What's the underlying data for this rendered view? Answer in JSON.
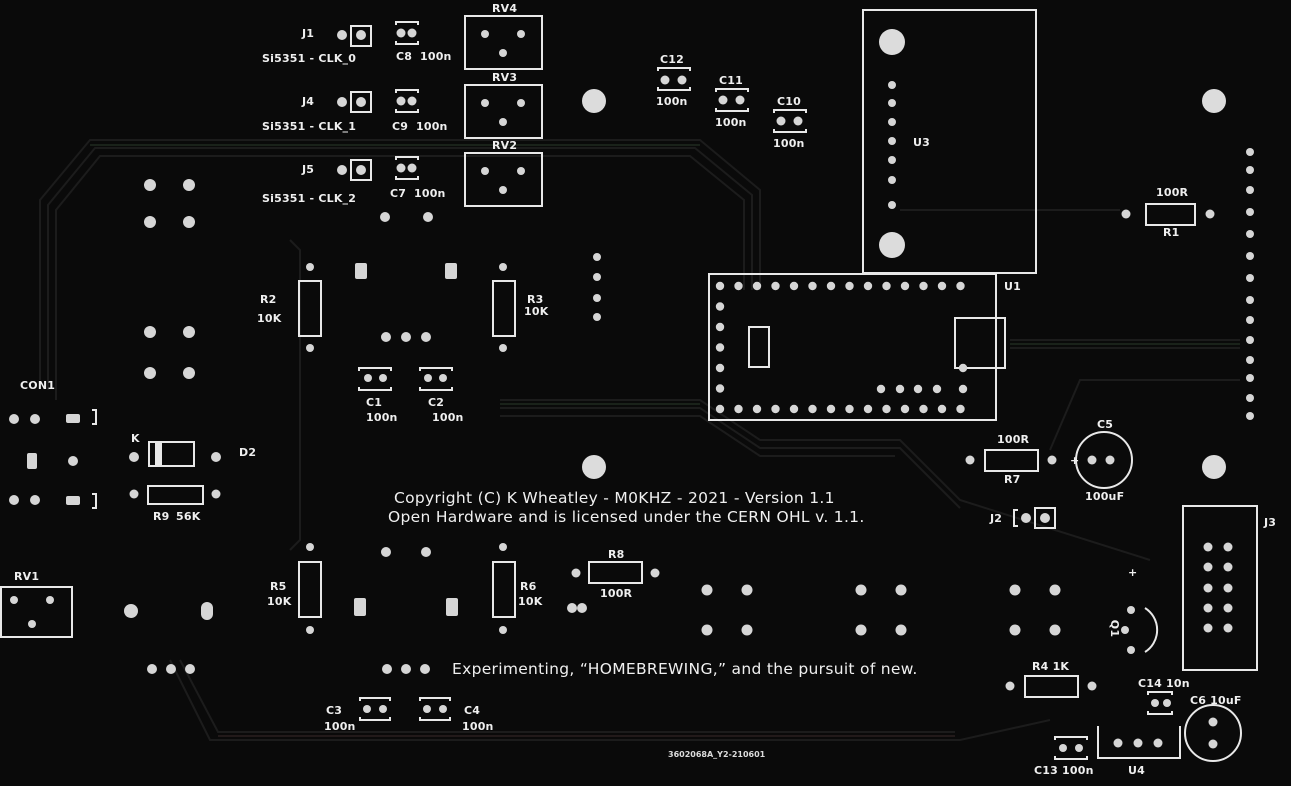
{
  "copyright_line1": "Copyright (C) K Wheatley - M0KHZ - 2021 - Version 1.1",
  "copyright_line2": "Open Hardware and is licensed under the CERN OHL v. 1.1.",
  "motto": "Experimenting, “HOMEBREWING,” and the pursuit of new.",
  "board_id": "3602068A_Y2-210601",
  "colors": {
    "board": "#0a0a0a",
    "silkscreen": "#e8e8e8",
    "copper_pad": "#d6d6d6",
    "trace": "#1a1a1a"
  },
  "labels": {
    "J1": "J1",
    "J1_desc": "Si5351 - CLK_0",
    "J4": "J4",
    "J4_desc": "Si5351 - CLK_1",
    "J5": "J5",
    "J5_desc": "Si5351 - CLK_2",
    "C8": "C8",
    "C8_val": "100n",
    "C9": "C9",
    "C9_val": "100n",
    "C7": "C7",
    "C7_val": "100n",
    "RV4": "RV4",
    "RV3": "RV3",
    "RV2": "RV2",
    "RV1": "RV1",
    "C12": "C12",
    "C12_val": "100n",
    "C11": "C11",
    "C11_val": "100n",
    "C10": "C10",
    "C10_val": "100n",
    "U3": "U3",
    "U1": "U1",
    "U4": "U4",
    "R1_val": "100R",
    "R1": "R1",
    "R2": "R2",
    "R2_val": "10K",
    "R3": "R3",
    "R3_val": "10K",
    "C1": "C1",
    "C1_val": "100n",
    "C2": "C2",
    "C2_val": "100n",
    "CON1": "CON1",
    "K": "K",
    "D2": "D2",
    "R9": "R9",
    "R9_val": "56K",
    "R7_val": "100R",
    "R7": "R7",
    "C5": "C5",
    "C5_val": "100uF",
    "J2": "J2",
    "J3": "J3",
    "R5": "R5",
    "R5_val": "10K",
    "R6": "R6",
    "R6_val": "10K",
    "R8": "R8",
    "R8_val": "100R",
    "Q1": "Q1",
    "R4": "R4",
    "R4_val": "1K",
    "C14": "C14",
    "C14_val": "10n",
    "C6": "C6",
    "C6_val": "10uF",
    "C3": "C3",
    "C3_val": "100n",
    "C4": "C4",
    "C4_val": "100n",
    "C13": "C13",
    "C13_val": "100n",
    "plus": "+"
  }
}
